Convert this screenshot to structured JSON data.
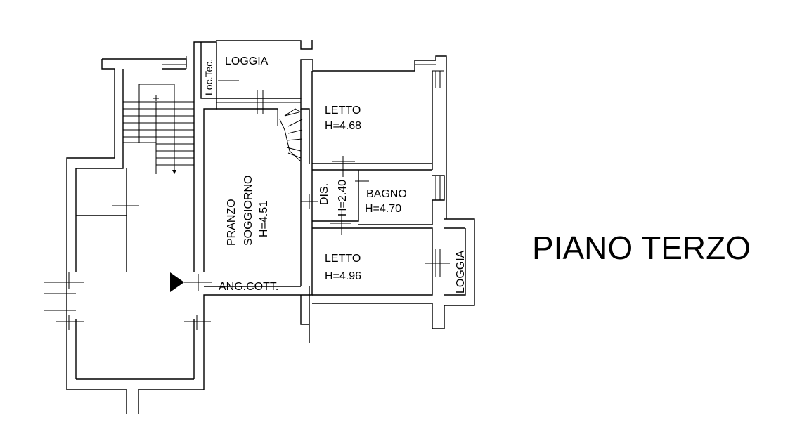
{
  "plan": {
    "title": "PIANO TERZO",
    "rooms": {
      "loggia_top": "LOGGIA",
      "loc_tec": "Loc.Tec.",
      "letto_1": "LETTO",
      "letto_1_h": "H=4.68",
      "pranzo": "PRANZO",
      "soggiorno": "SOGGIORNO",
      "soggiorno_h": "H=4.51",
      "dis": "DIS.",
      "dis_h": "H=2.40",
      "bagno": "BAGNO",
      "bagno_h": "H=4.70",
      "letto_2": "LETTO",
      "letto_2_h": "H=4.96",
      "loggia_side": "LOGGIA",
      "ang_cott": "ANG.COTT."
    }
  }
}
